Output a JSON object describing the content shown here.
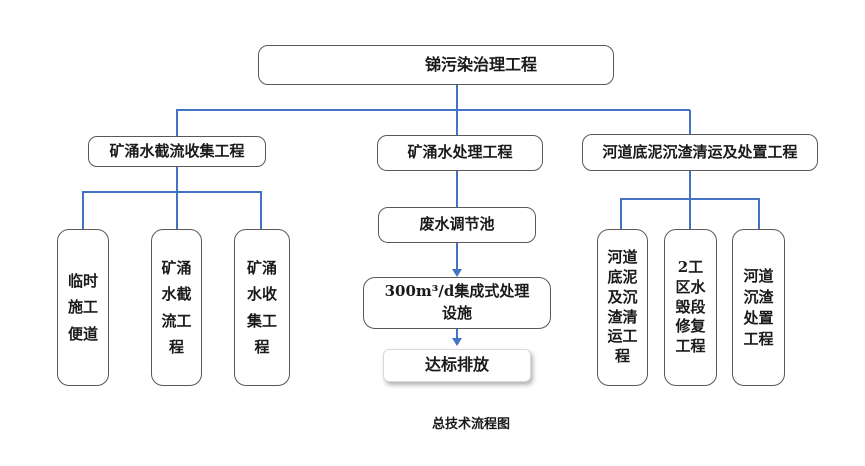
{
  "diagram": {
    "root_label": "锑污染治理工程",
    "branches": [
      {
        "label": "矿涌水截流收集工程",
        "children": [
          {
            "lines": [
              "临时",
              "施工",
              "便道"
            ]
          },
          {
            "lines": [
              "矿涌",
              "水截",
              "流工",
              "程"
            ]
          },
          {
            "lines": [
              "矿涌",
              "水收",
              "集工",
              "程"
            ]
          }
        ]
      },
      {
        "label": "矿涌水处理工程",
        "chain": [
          {
            "label": "废水调节池"
          },
          {
            "lines": [
              "300m³/d集成式处理",
              "设施"
            ]
          },
          {
            "label": "达标排放"
          }
        ]
      },
      {
        "label": "河道底泥沉渣清运及处置工程",
        "children": [
          {
            "lines": [
              "河道",
              "底泥",
              "及沉",
              "渣清",
              "运工",
              "程"
            ]
          },
          {
            "lines": [
              "2工",
              "区水",
              "毁段",
              "修复",
              "工程"
            ]
          },
          {
            "lines": [
              "河道",
              "沉渣",
              "处置",
              "工程"
            ]
          }
        ]
      }
    ],
    "caption": "总技术流程图"
  },
  "colors": {
    "connector_blue": "#4472c4",
    "box_border": "#595959",
    "soft_box_border": "#d9d9d9",
    "background": "#ffffff",
    "text": "#1a1a1a"
  }
}
